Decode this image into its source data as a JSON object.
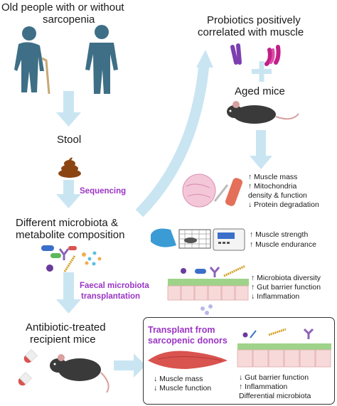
{
  "left": {
    "title_line1": "Old people with or without",
    "title_line2": "sarcopenia",
    "stool_label": "Stool",
    "sequencing_label": "Sequencing",
    "composition_line1": "Different microbiota &",
    "composition_line2": "metabolite composition",
    "fmt_line1": "Faecal microbiota",
    "fmt_line2": "transplantation",
    "recipient_line1": "Antibiotic-treated",
    "recipient_line2": "recipient mice"
  },
  "right": {
    "probiotics_line1": "Probiotics positively",
    "probiotics_line2": "correlated with muscle",
    "plus": "+",
    "aged_mice_label": "Aged mice",
    "muscle_effects": [
      "↑ Muscle mass",
      "↑ Mitochondria",
      "   density & function",
      "↓ Protein degradation"
    ],
    "strength_effects": [
      "↑ Muscle strength",
      "↑ Muscle endurance"
    ],
    "gut_effects": [
      "↑ Microbiota diversity",
      "↑ Gut barrier function",
      "↓ Inflammation"
    ]
  },
  "transplant_box": {
    "title_line1": "Transplant from",
    "title_line2": "sarcopenic donors",
    "muscle_effects": [
      "↓ Muscle mass",
      "↓ Muscle function"
    ],
    "gut_effects": [
      "↓ Gut barrier function",
      "↑ Inflammation",
      "Differential microbiota"
    ]
  },
  "colors": {
    "arrow": "#c9e5f2",
    "accent_purple": "#9b35c4",
    "person": "#3e6f86",
    "stool": "#8b4513",
    "mouse": "#3a3a3a",
    "gut": "#9fd38a",
    "muscle": "#d9534f"
  }
}
